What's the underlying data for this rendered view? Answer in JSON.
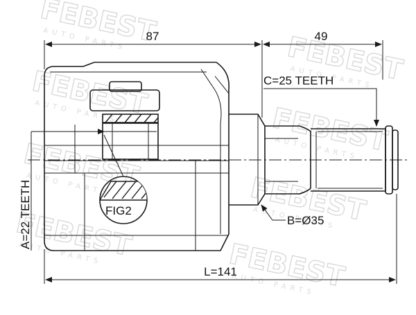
{
  "watermark": {
    "brand": "FEBEST",
    "sub": "AUTO PARTS"
  },
  "dimensions": {
    "housing_length": "87",
    "shaft_length": "49",
    "total_length": "L=141",
    "outer_spline": "C=25 TEETH",
    "inner_spline": "A=22 TEETH",
    "seal_diameter": "B=Ø35"
  },
  "detail_callout": "FIG2"
}
